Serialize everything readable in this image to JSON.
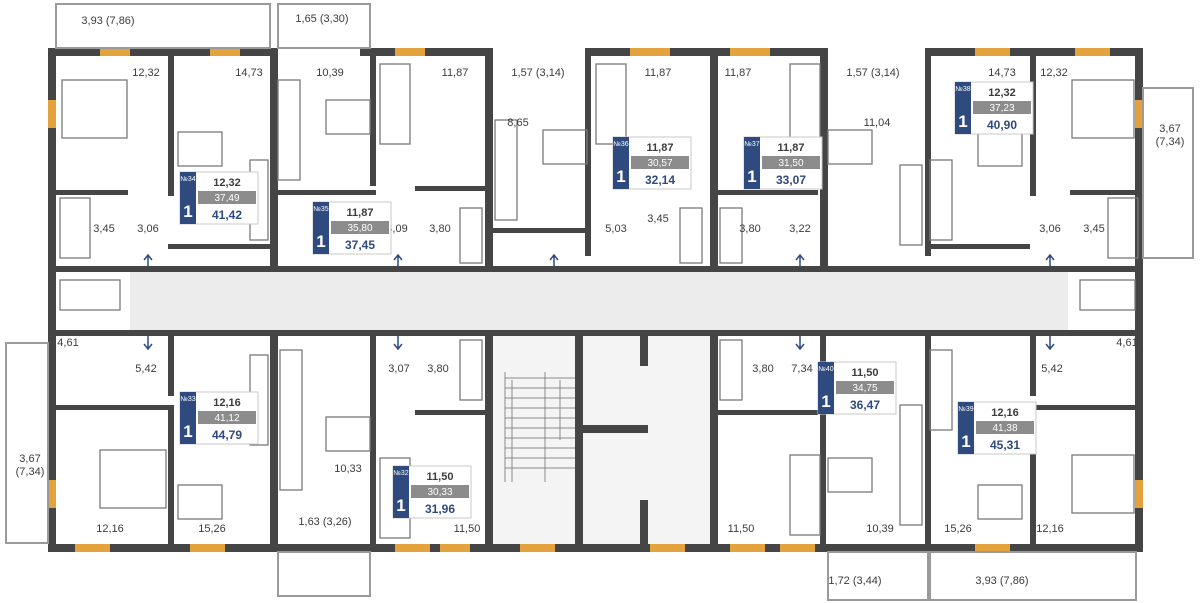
{
  "apartments": [
    {
      "id": "34",
      "no_label": "№34",
      "rooms": "1",
      "living": "12,32",
      "total": "37,49",
      "with_balcony": "41,42"
    },
    {
      "id": "35",
      "no_label": "№35",
      "rooms": "1",
      "living": "11,87",
      "total": "35,80",
      "with_balcony": "37,45"
    },
    {
      "id": "36",
      "no_label": "№36",
      "rooms": "1",
      "living": "11,87",
      "total": "30,57",
      "with_balcony": "32,14"
    },
    {
      "id": "37",
      "no_label": "№37",
      "rooms": "1",
      "living": "11,87",
      "total": "31,50",
      "with_balcony": "33,07"
    },
    {
      "id": "38",
      "no_label": "№38",
      "rooms": "1",
      "living": "12,32",
      "total": "37,23",
      "with_balcony": "40,90"
    },
    {
      "id": "33",
      "no_label": "№33",
      "rooms": "1",
      "living": "12,16",
      "total": "41,12",
      "with_balcony": "44,79"
    },
    {
      "id": "32",
      "no_label": "№32",
      "rooms": "1",
      "living": "11,50",
      "total": "30,33",
      "with_balcony": "31,96"
    },
    {
      "id": "40",
      "no_label": "№40",
      "rooms": "1",
      "living": "11,50",
      "total": "34,75",
      "with_balcony": "36,47"
    },
    {
      "id": "39",
      "no_label": "№39",
      "rooms": "1",
      "living": "12,16",
      "total": "41,38",
      "with_balcony": "45,31"
    }
  ],
  "room_labels": [
    {
      "id": "bal-34",
      "text": "3,93 (7,86)"
    },
    {
      "id": "bal-35",
      "text": "1,65 (3,30)"
    },
    {
      "id": "bed-34",
      "text": "12,32"
    },
    {
      "id": "kit-34",
      "text": "14,73"
    },
    {
      "id": "kit-35",
      "text": "10,39"
    },
    {
      "id": "liv-35",
      "text": "11,87"
    },
    {
      "id": "bal-36",
      "text": "1,57 (3,14)"
    },
    {
      "id": "liv-36",
      "text": "11,87"
    },
    {
      "id": "liv-37",
      "text": "11,87"
    },
    {
      "id": "bal-37",
      "text": "1,57 (3,14)"
    },
    {
      "id": "kit-38",
      "text": "14,73"
    },
    {
      "id": "bed-38",
      "text": "12,32"
    },
    {
      "id": "kit-36",
      "text": "8,65"
    },
    {
      "id": "kit-37",
      "text": "11,04"
    },
    {
      "id": "bal-38",
      "text": "3,67\n(7,34)"
    },
    {
      "id": "bath-34",
      "text": "3,45"
    },
    {
      "id": "hall-34",
      "text": "3,06"
    },
    {
      "id": "hall-35",
      "text": "8,09"
    },
    {
      "id": "bath-35",
      "text": "3,80"
    },
    {
      "id": "hall-36",
      "text": "5,03"
    },
    {
      "id": "bath-36",
      "text": "3,45"
    },
    {
      "id": "bath-37",
      "text": "3,80"
    },
    {
      "id": "hall-37",
      "text": "3,22"
    },
    {
      "id": "hall-38",
      "text": "3,06"
    },
    {
      "id": "bath-38",
      "text": "3,45"
    },
    {
      "id": "bath-33",
      "text": "4,61"
    },
    {
      "id": "bath-39",
      "text": "4,61"
    },
    {
      "id": "hall-33",
      "text": "5,42"
    },
    {
      "id": "hall-32",
      "text": "3,07"
    },
    {
      "id": "bath-32",
      "text": "3,80"
    },
    {
      "id": "bath-40",
      "text": "3,80"
    },
    {
      "id": "hall-40",
      "text": "7,34"
    },
    {
      "id": "hall-39",
      "text": "5,42"
    },
    {
      "id": "bal-33",
      "text": "3,67\n(7,34)"
    },
    {
      "id": "kit-32",
      "text": "10,33"
    },
    {
      "id": "bed-33",
      "text": "12,16"
    },
    {
      "id": "kit-33",
      "text": "15,26"
    },
    {
      "id": "bal-32",
      "text": "1,63 (3,26)"
    },
    {
      "id": "liv-32",
      "text": "11,50"
    },
    {
      "id": "liv-40",
      "text": "11,50"
    },
    {
      "id": "kit-40",
      "text": "10,39"
    },
    {
      "id": "kit-39",
      "text": "15,26"
    },
    {
      "id": "bed-39",
      "text": "12,16"
    },
    {
      "id": "bal-40",
      "text": "1,72 (3,44)"
    },
    {
      "id": "bal-39",
      "text": "3,93 (7,86)"
    }
  ],
  "colors": {
    "wall": "#454545",
    "window": "#e3a23b",
    "corridor": "#ececec",
    "badge": "#2f4a7e",
    "total_bar": "#8c8c8c",
    "balcony_value": "#2f4a7e",
    "label": "#3c3c3c",
    "stair": "#f2f2f2"
  }
}
